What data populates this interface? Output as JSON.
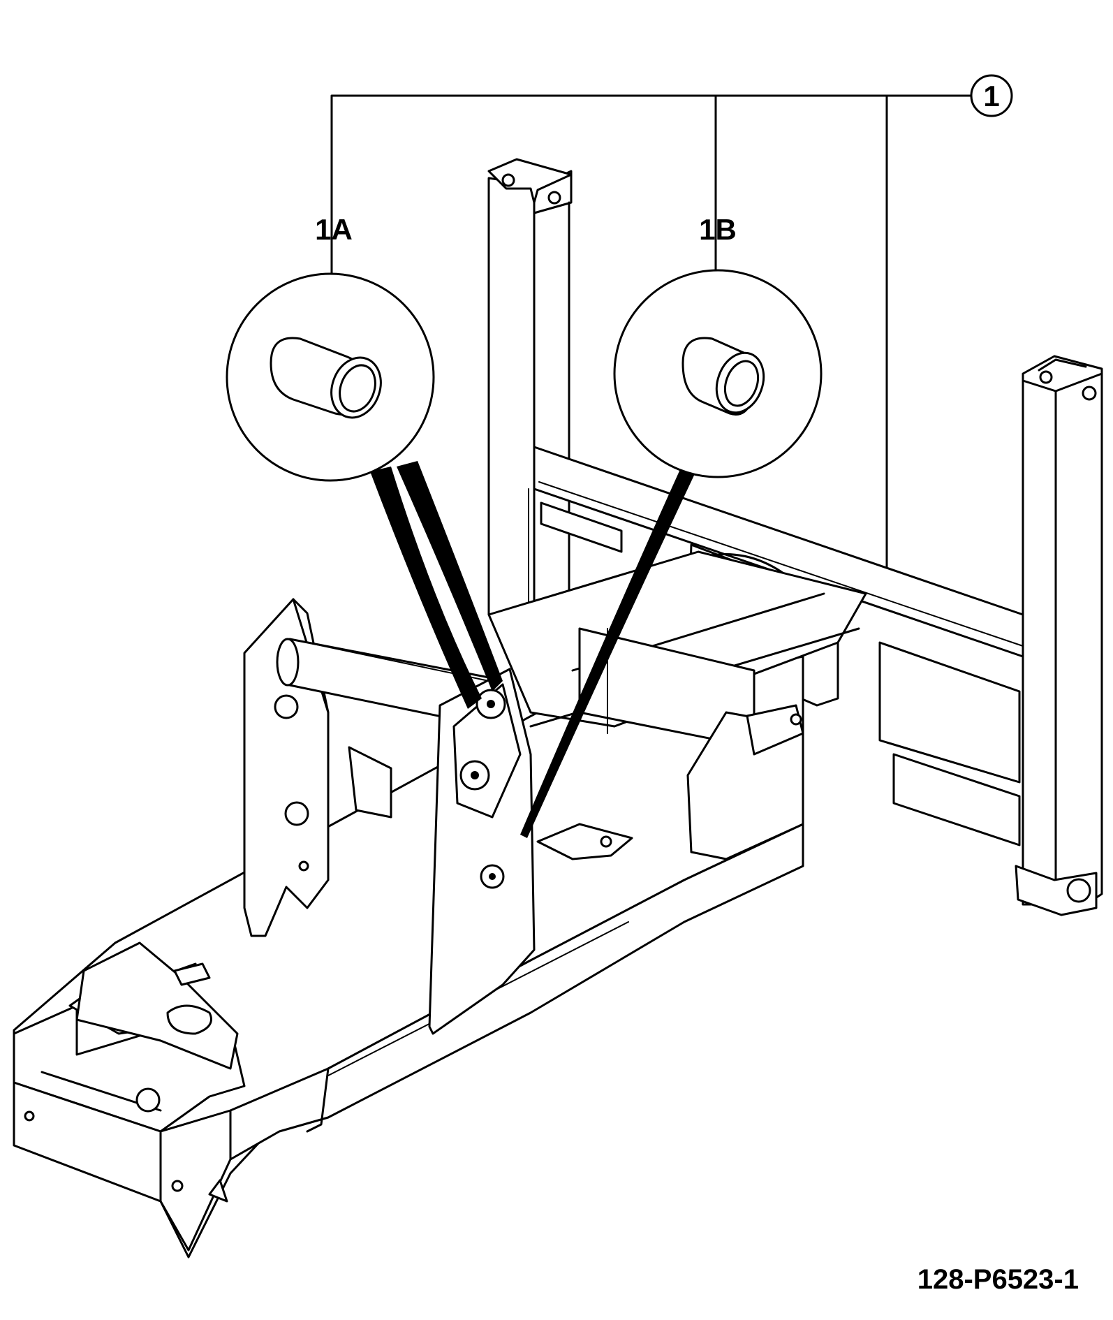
{
  "callouts": {
    "main": "1",
    "detail_a": "1A",
    "detail_b": "1B"
  },
  "figure_reference": "128-P6523-1"
}
